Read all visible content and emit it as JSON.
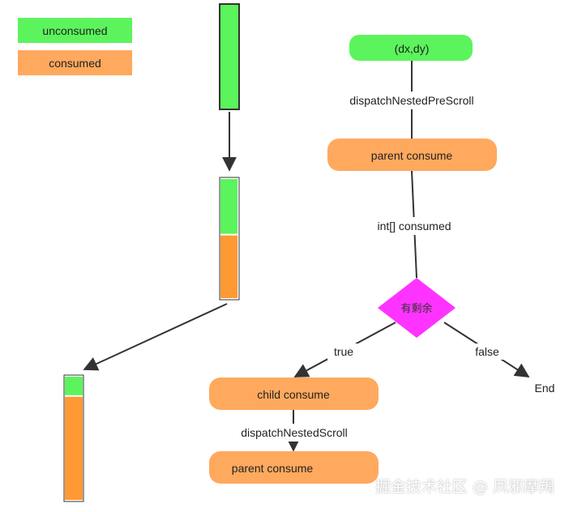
{
  "colors": {
    "unconsumed": "#5cf45c",
    "consumed": "#ffa95e",
    "consumed_bar": "#ff9933",
    "decision": "#ff33ff",
    "line": "#333333"
  },
  "legend": {
    "unconsumed": "unconsumed",
    "consumed": "consumed"
  },
  "bars": [
    {
      "unconsumed": 1.0,
      "consumed": 0.0
    },
    {
      "unconsumed": 0.46,
      "consumed": 0.54
    },
    {
      "unconsumed": 0.15,
      "consumed": 0.85
    }
  ],
  "flow": {
    "start": "(dx,dy)",
    "pre_scroll": "dispatchNestedPreScroll",
    "parent_consume_1": "parent consume",
    "consumed_array": "int[] consumed",
    "decision": "有剩余",
    "true_label": "true",
    "false_label": "false",
    "end": "End",
    "child_consume": "child consume",
    "nested_scroll": "dispatchNestedScroll",
    "parent_consume_2": "parent consume"
  },
  "watermark": "掘金技术社区 @ 凤邪摩羯"
}
